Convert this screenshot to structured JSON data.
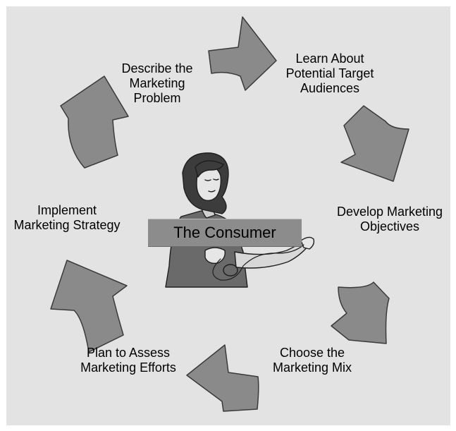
{
  "colors": {
    "panel_background": "#e3e3e3",
    "arrow_fill": "#8a8a8a",
    "arrow_stroke": "#3a3a3a",
    "center_label_band": "#8c8c8c"
  },
  "diagram": {
    "center": {
      "label": "The Consumer",
      "image": "woman-holding-blood-pressure-cuff"
    },
    "steps": [
      {
        "label": "Describe the\nMarketing Problem"
      },
      {
        "label": "Learn About\nPotential Target\nAudiences"
      },
      {
        "label": "Develop Marketing\nObjectives"
      },
      {
        "label": "Choose the\nMarketing Mix"
      },
      {
        "label": "Plan to Assess\nMarketing Efforts"
      },
      {
        "label": "Implement\nMarketing Strategy"
      }
    ]
  }
}
